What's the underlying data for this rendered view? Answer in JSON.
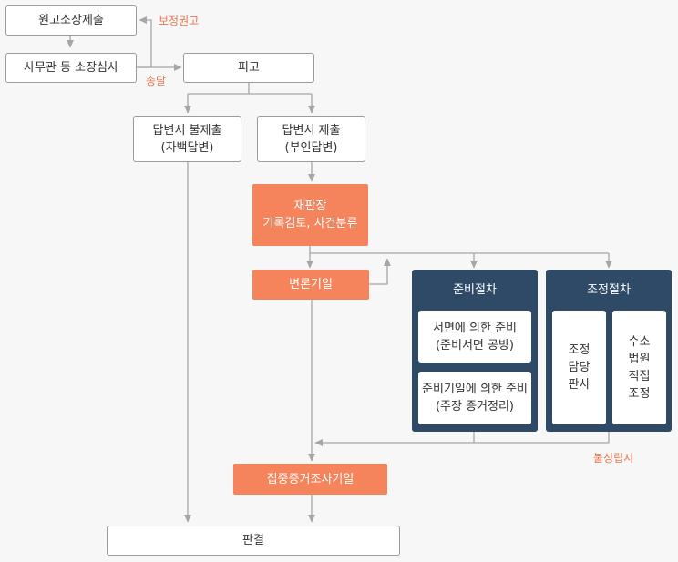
{
  "nodes": {
    "complaint": "원고소장제출",
    "clerk_review": "사무관 등 소장심사",
    "defendant": "피고",
    "no_answer": "답변서 불제출\n(자백답변)",
    "answer": "답변서 제출\n(부인답변)",
    "presiding_review": "재판장\n기록검토, 사건분류",
    "hearing": "변론기일",
    "prep": "준비절차",
    "prep_written": "서면에 의한 준비\n(준비서면 공방)",
    "prep_session": "준비기일에 의한 준비\n(주장 증거정리)",
    "mediation": "조정절차",
    "mediation_judge": "조정\n담당\n판사",
    "mediation_court": "수소\n법원\n직접\n조정",
    "evidence": "집중증거조사기일",
    "judgment": "판결"
  },
  "notes": {
    "correction": "보정권고",
    "service": "송달",
    "failure": "불성립시"
  },
  "colors": {
    "box_border": "#9b9b9b",
    "orange": "#f5845c",
    "navy": "#2f4a66",
    "wire": "#a6a6a6",
    "note": "#e8764f"
  }
}
